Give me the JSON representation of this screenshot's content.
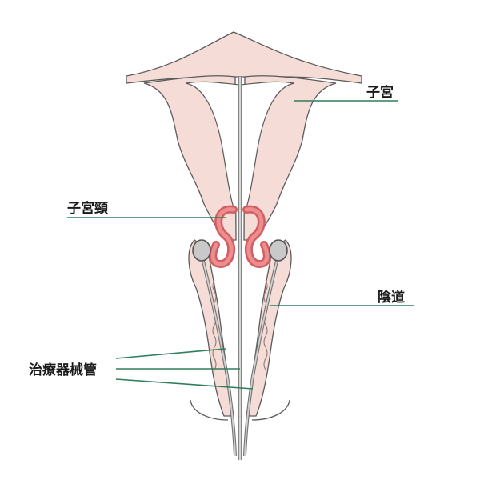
{
  "labels": {
    "uterus": "子宮",
    "cervix": "子宮頸",
    "vagina": "陰道",
    "instrument": "治療器械管"
  },
  "colors": {
    "tissue_fill": "#f6dcd6",
    "tissue_outline": "#5a5a5a",
    "cervix_red": "#e36f72",
    "leader_green": "#2f7d5b",
    "instrument_gray": "#b8b8b8"
  }
}
